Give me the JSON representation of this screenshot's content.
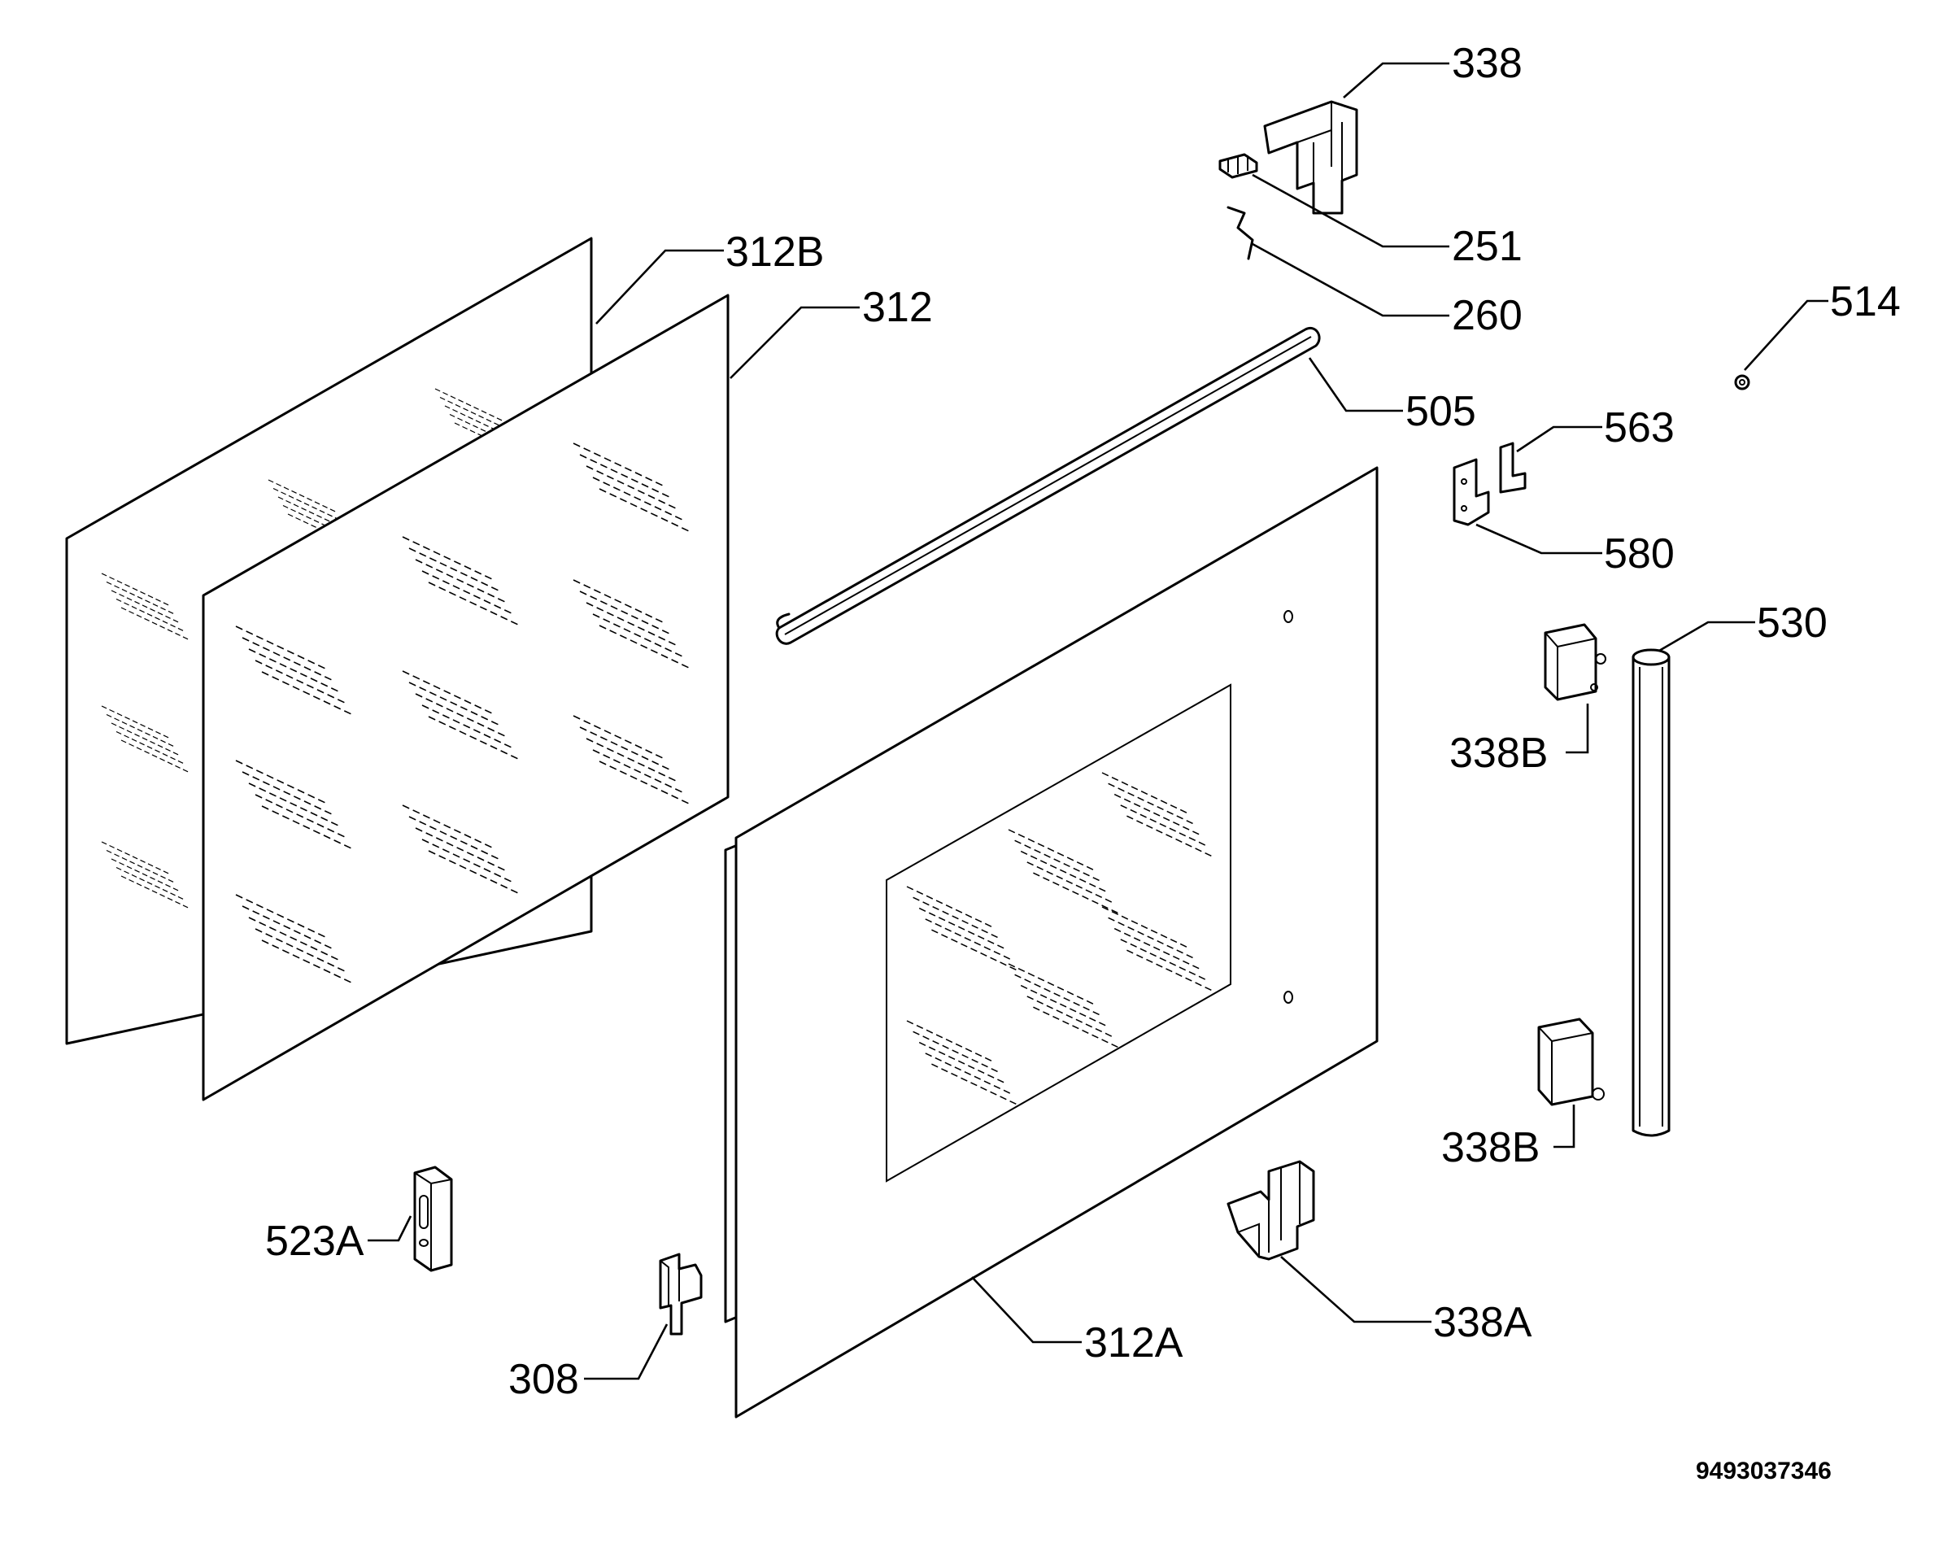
{
  "diagram": {
    "document_code": "9493037346",
    "parts": [
      {
        "id": "p338",
        "label": "338"
      },
      {
        "id": "p251",
        "label": "251"
      },
      {
        "id": "p260",
        "label": "260"
      },
      {
        "id": "p514",
        "label": "514"
      },
      {
        "id": "p312B",
        "label": "312B"
      },
      {
        "id": "p312",
        "label": "312"
      },
      {
        "id": "p505",
        "label": "505"
      },
      {
        "id": "p563",
        "label": "563"
      },
      {
        "id": "p580",
        "label": "580"
      },
      {
        "id": "p530",
        "label": "530"
      },
      {
        "id": "p338B1",
        "label": "338B"
      },
      {
        "id": "p338B2",
        "label": "338B"
      },
      {
        "id": "p523A",
        "label": "523A"
      },
      {
        "id": "p338A",
        "label": "338A"
      },
      {
        "id": "p312A",
        "label": "312A"
      },
      {
        "id": "p308",
        "label": "308"
      }
    ]
  }
}
